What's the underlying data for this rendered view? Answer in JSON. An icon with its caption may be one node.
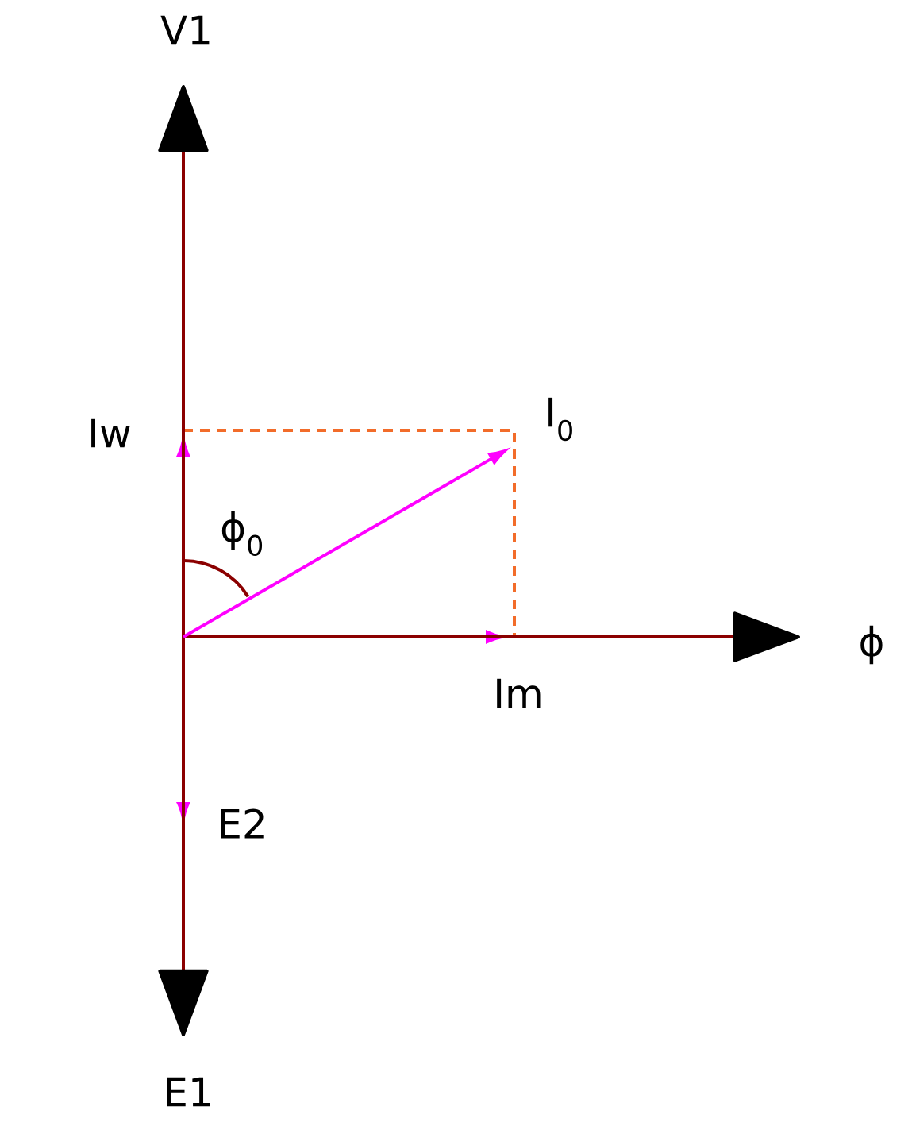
{
  "diagram": {
    "nodes": [
      {
        "text": [
          "V1"
        ]
      },
      {
        "text": [
          "E1"
        ]
      },
      {
        "text": [
          "ϕ"
        ]
      },
      {
        "text": [
          "I$_{0}$"
        ]
      }
    ],
    "edges": [
      {
        "from": null,
        "to": 0,
        "arrow": "to",
        "color": "#8b0000"
      },
      {
        "from": null,
        "to": 1,
        "arrow": "to",
        "color": "#8b0000"
      },
      {
        "from": null,
        "to": 2,
        "arrow": "to",
        "color": "#8b0000"
      },
      {
        "from": null,
        "to": 3,
        "arrow": "to",
        "color": "#ff00ff"
      }
    ],
    "labels": [
      "Iw",
      "ϕ$_{0}$",
      "Im",
      "E2"
    ]
  }
}
